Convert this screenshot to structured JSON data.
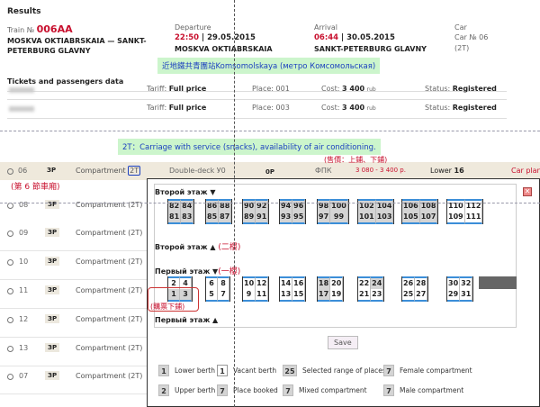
{
  "results_title": "Results",
  "train": {
    "label": "Train №",
    "number": "006AA",
    "route": [
      "MOSKVA OKTIABRSKAIA — SANKT-",
      "PETERBURG GLAVNY"
    ]
  },
  "departure": {
    "label": "Departure",
    "time": "22:50",
    "date": "| 29.05.2015",
    "station": "MOSKVA OKTIABRSKAIA"
  },
  "arrival": {
    "label": "Arrival",
    "time": "06:44",
    "date": "| 30.05.2015",
    "station": "SANKT-PETERBURG GLAVNY"
  },
  "car": {
    "label": "Car",
    "number": "Car № 06",
    "type": "(2T)"
  },
  "note_station": "近地鐵共青團站Komsomolskaya (метро Комсомольская)",
  "tickets_title": "Tickets and passengers data",
  "tickets": [
    {
      "tariff_label": "Tariff:",
      "tariff": "Full price",
      "place": "Place: 001",
      "cost_label": "Cost:",
      "cost": "3 400",
      "unit": "rub",
      "status_label": "Status:",
      "status": "Registered"
    },
    {
      "tariff_label": "Tariff:",
      "tariff": "Full price",
      "place": "Place: 003",
      "cost_label": "Cost:",
      "cost": "3 400",
      "unit": "rub",
      "status_label": "Status:",
      "status": "Registered"
    }
  ],
  "note_2t": "2T：Carriage with service (snacks), availability of air conditioning.",
  "selected_car": {
    "num": "06",
    "cls": "ЗР",
    "type": "Compartment",
    "type_code": "2T",
    "deck": "Double-deck У0",
    "op": "0Р",
    "fpk": "ФПК",
    "price": "3 080 - 3 400 р.",
    "lower_label": "Lower",
    "lower": "16",
    "plan": "Car plan",
    "note_price": "(售價：上鋪、下鋪)",
    "note_car": "(第 6 節車廂)"
  },
  "cars": [
    {
      "num": "08",
      "cls": "ЗР",
      "type": "Compartment (2T)"
    },
    {
      "num": "09",
      "cls": "ЗР",
      "type": "Compartment (2T)"
    },
    {
      "num": "10",
      "cls": "ЗР",
      "type": "Compartment (2T)"
    },
    {
      "num": "11",
      "cls": "ЗР",
      "type": "Compartment (2T)"
    },
    {
      "num": "12",
      "cls": "ЗР",
      "type": "Compartment (2T)"
    },
    {
      "num": "13",
      "cls": "ЗР",
      "type": "Compartment (2T)"
    },
    {
      "num": "07",
      "cls": "ЗР",
      "type": "Compartment (2T)"
    }
  ],
  "plan": {
    "upper_down": "Второй этаж ▼",
    "upper_up": "Второй этаж ▲",
    "upper_note": "(二樓)",
    "lower_down": "Первый этаж ▼",
    "lower_note": "(一樓)",
    "lower_up": "Первый этаж ▲",
    "seat_note": "(購票下鋪)",
    "upper": [
      [
        [
          "82",
          "84"
        ],
        [
          "81",
          "83"
        ],
        1
      ],
      [
        [
          "86",
          "88"
        ],
        [
          "85",
          "87"
        ],
        1
      ],
      [
        [
          "90",
          "92"
        ],
        [
          "89",
          "91"
        ],
        1
      ],
      [
        [
          "94",
          "96"
        ],
        [
          "93",
          "95"
        ],
        1
      ],
      [
        [
          "98",
          "100"
        ],
        [
          "97",
          "99"
        ],
        1
      ],
      [
        [
          "102",
          "104"
        ],
        [
          "101",
          "103"
        ],
        1
      ],
      [
        [
          "106",
          "108"
        ],
        [
          "105",
          "107"
        ],
        1
      ],
      [
        [
          "110",
          "112"
        ],
        [
          "109",
          "111"
        ],
        0
      ]
    ],
    "lower": [
      [
        [
          "2",
          "4"
        ],
        [
          "1",
          "3"
        ],
        2
      ],
      [
        [
          "6",
          "8"
        ],
        [
          "5",
          "7"
        ],
        0
      ],
      [
        [
          "10",
          "12"
        ],
        [
          "9",
          "11"
        ],
        0
      ],
      [
        [
          "14",
          "16"
        ],
        [
          "13",
          "15"
        ],
        0
      ],
      [
        [
          "18",
          "20"
        ],
        [
          "17",
          "19"
        ],
        3
      ],
      [
        [
          "22",
          "24"
        ],
        [
          "21",
          "23"
        ],
        4
      ],
      [
        [
          "26",
          "28"
        ],
        [
          "25",
          "27"
        ],
        0
      ],
      [
        [
          "30",
          "32"
        ],
        [
          "29",
          "31"
        ],
        0
      ]
    ],
    "save": "Save"
  },
  "legend": [
    {
      "n": "1",
      "t": "Lower berth"
    },
    {
      "n": "1",
      "t": "Vacant berth",
      "w": 1
    },
    {
      "n": "25",
      "t": "Selected range of places"
    },
    {
      "n": "7",
      "t": "Female compartment"
    },
    {
      "n": "2",
      "t": "Upper berth"
    },
    {
      "n": "7",
      "t": "Place booked"
    },
    {
      "n": "7",
      "t": "Mixed compartment"
    },
    {
      "n": "7",
      "t": "Male compartment"
    }
  ],
  "colors": {
    "accent_red": "#c8102e",
    "seat_blue": "#3b8ed8",
    "note_green": "#ccf5cc"
  }
}
